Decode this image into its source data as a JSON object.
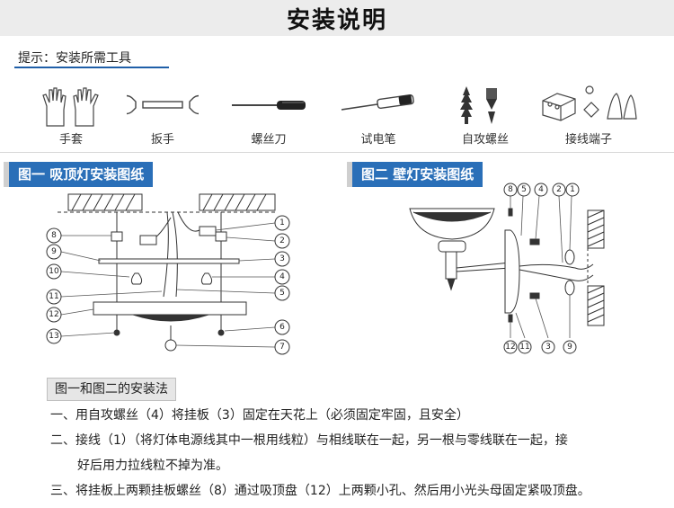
{
  "page_title": "安装说明",
  "tools": {
    "tip": "提示：安装所需工具",
    "items": [
      {
        "label": "手套",
        "icon": "gloves-icon"
      },
      {
        "label": "扳手",
        "icon": "wrench-icon"
      },
      {
        "label": "螺丝刀",
        "icon": "screwdriver-icon"
      },
      {
        "label": "试电笔",
        "icon": "voltage-tester-icon"
      },
      {
        "label": "自攻螺丝",
        "icon": "self-tapping-screw-icon"
      },
      {
        "label": "接线端子",
        "icon": "wire-terminal-icon"
      }
    ]
  },
  "figure1": {
    "title": "图一 吸顶灯安装图纸",
    "callouts_left": [
      "8",
      "9",
      "10",
      "11",
      "12",
      "13"
    ],
    "callouts_right": [
      "1",
      "2",
      "3",
      "4",
      "5",
      "6",
      "7"
    ]
  },
  "figure2": {
    "title": "图二 壁灯安装图纸",
    "callouts_top": [
      "8",
      "5",
      "4",
      "2",
      "1"
    ],
    "callouts_bottom": [
      "12",
      "11",
      "3",
      "9"
    ]
  },
  "method": {
    "heading": "图一和图二的安装法",
    "step1": "一、用自攻螺丝（4）将挂板（3）固定在天花上（必须固定牢固，且安全）",
    "step2a": "二、接线（1）（将灯体电源线其中一根用线粒）与相线联在一起，另一根与零线联在一起，接",
    "step2b": "好后用力拉线粒不掉为准。",
    "step3": "三、将挂板上两颗挂板螺丝（8）通过吸顶盘（12）上两颗小孔、然后用小光头母固定紧吸顶盘。"
  },
  "colors": {
    "header_blue": "#2a6fb8",
    "title_bar_bg": "#ececec"
  }
}
